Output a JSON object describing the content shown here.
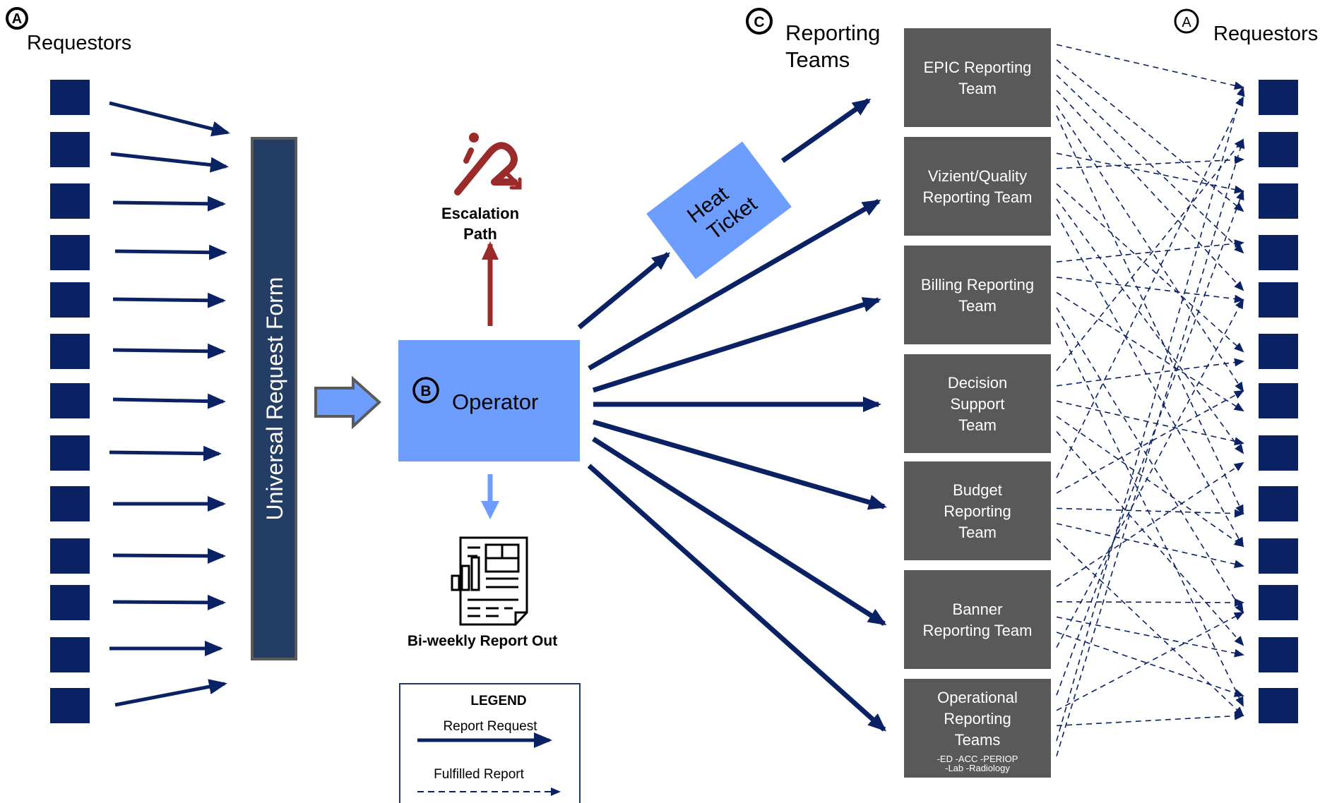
{
  "markers": {
    "a_left": "A",
    "b": "B",
    "c": "C",
    "a_right": "A"
  },
  "headings": {
    "requestors_left": "Requestors",
    "reporting_teams": [
      "Reporting",
      "Teams"
    ],
    "requestors_right": "Requestors"
  },
  "universal_form": "Universal Request Form",
  "operator": "Operator",
  "heat_ticket": [
    "Heat",
    "Ticket"
  ],
  "escalation": [
    "Escalation",
    "Path"
  ],
  "report_out": "Bi-weekly Report Out",
  "legend": {
    "title": "LEGEND",
    "request": "Report Request",
    "fulfilled": "Fulfilled Report"
  },
  "teams": [
    {
      "lines": [
        "EPIC Reporting",
        "Team"
      ]
    },
    {
      "lines": [
        "Vizient/Quality",
        "Reporting Team"
      ]
    },
    {
      "lines": [
        "Billing Reporting",
        "Team"
      ]
    },
    {
      "lines": [
        "Decision",
        "Support",
        "Team"
      ]
    },
    {
      "lines": [
        "Budget",
        "Reporting",
        "Team"
      ]
    },
    {
      "lines": [
        "Banner",
        "Reporting Team"
      ]
    },
    {
      "lines": [
        "Operational",
        "Reporting",
        "Teams"
      ],
      "sub": [
        "-ED  -ACC  -PERIOP",
        "-Lab  -Radiology"
      ]
    }
  ],
  "colors": {
    "navy": "#0a2163",
    "bar": "#243d64",
    "bar_border": "#5a5a5a",
    "blue": "#6d9eff",
    "team": "#595959",
    "escalation": "#9b2a2a",
    "report_arrow": "#6d9eff"
  },
  "counts": {
    "left_requestors": 13,
    "right_requestors": 13
  }
}
